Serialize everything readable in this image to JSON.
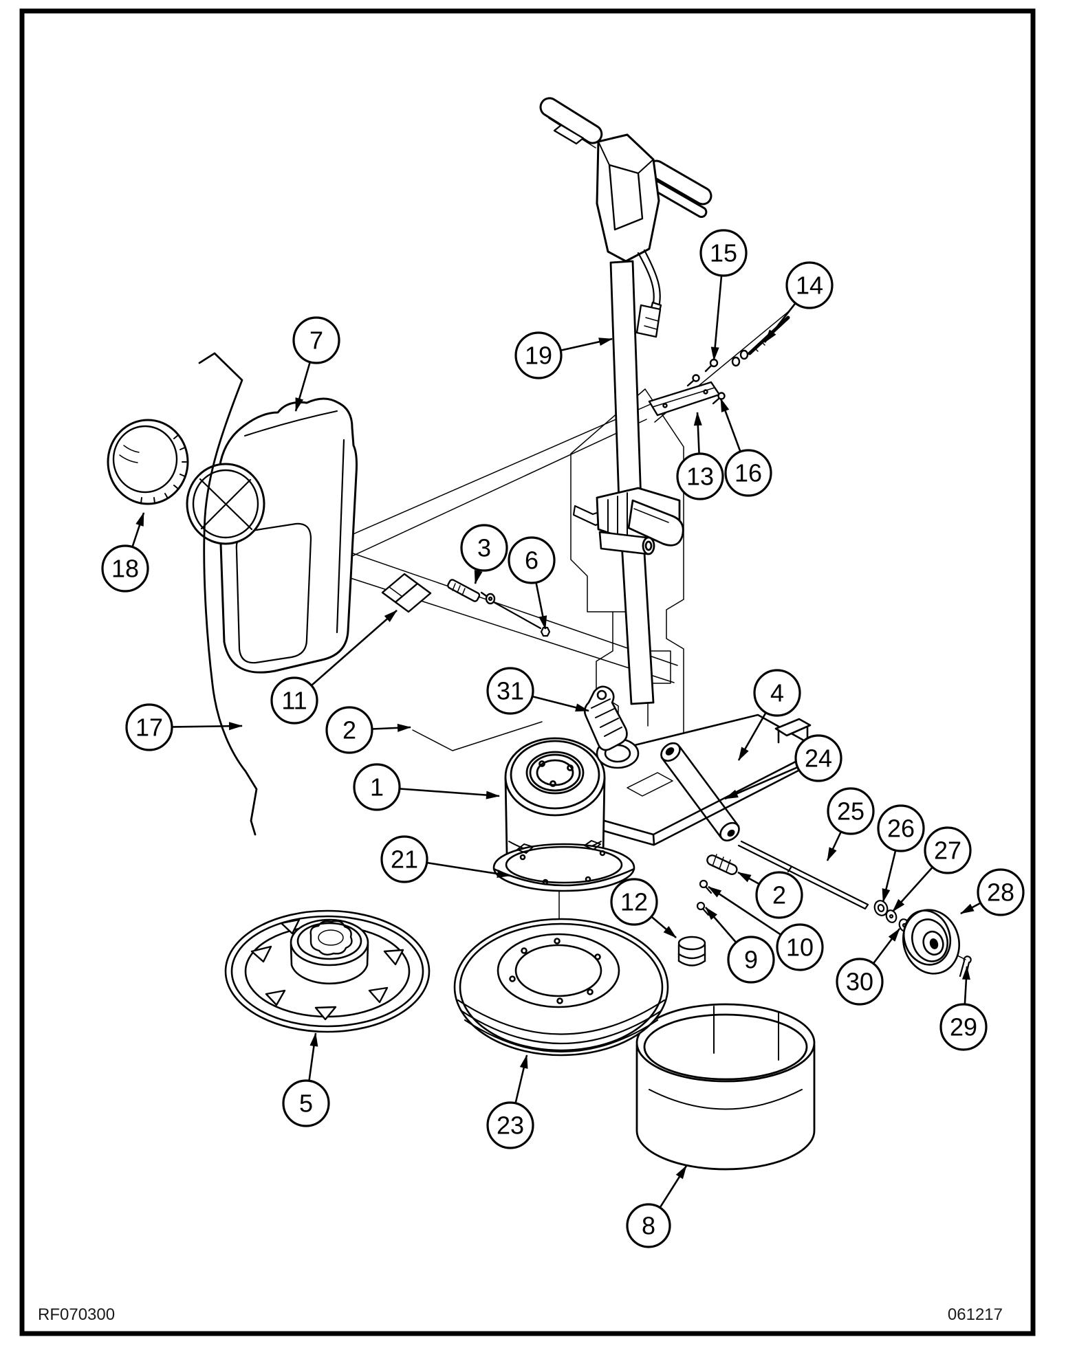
{
  "page": {
    "background": "#ffffff",
    "ink": "#000000"
  },
  "footer": {
    "drawing_code": "RF070300",
    "date_code": "061217"
  },
  "diagram": {
    "type": "exploded-parts-diagram",
    "callouts": [
      {
        "label": "7"
      },
      {
        "label": "18"
      },
      {
        "label": "11"
      },
      {
        "label": "17"
      },
      {
        "label": "19"
      },
      {
        "label": "15"
      },
      {
        "label": "14"
      },
      {
        "label": "13"
      },
      {
        "label": "16"
      },
      {
        "label": "3"
      },
      {
        "label": "6"
      },
      {
        "label": "31"
      },
      {
        "label": "2"
      },
      {
        "label": "1"
      },
      {
        "label": "21"
      },
      {
        "label": "4"
      },
      {
        "label": "24"
      },
      {
        "label": "25"
      },
      {
        "label": "26"
      },
      {
        "label": "27"
      },
      {
        "label": "28"
      },
      {
        "label": "2"
      },
      {
        "label": "10"
      },
      {
        "label": "9"
      },
      {
        "label": "30"
      },
      {
        "label": "29"
      },
      {
        "label": "12"
      },
      {
        "label": "5"
      },
      {
        "label": "23"
      },
      {
        "label": "8"
      }
    ]
  }
}
